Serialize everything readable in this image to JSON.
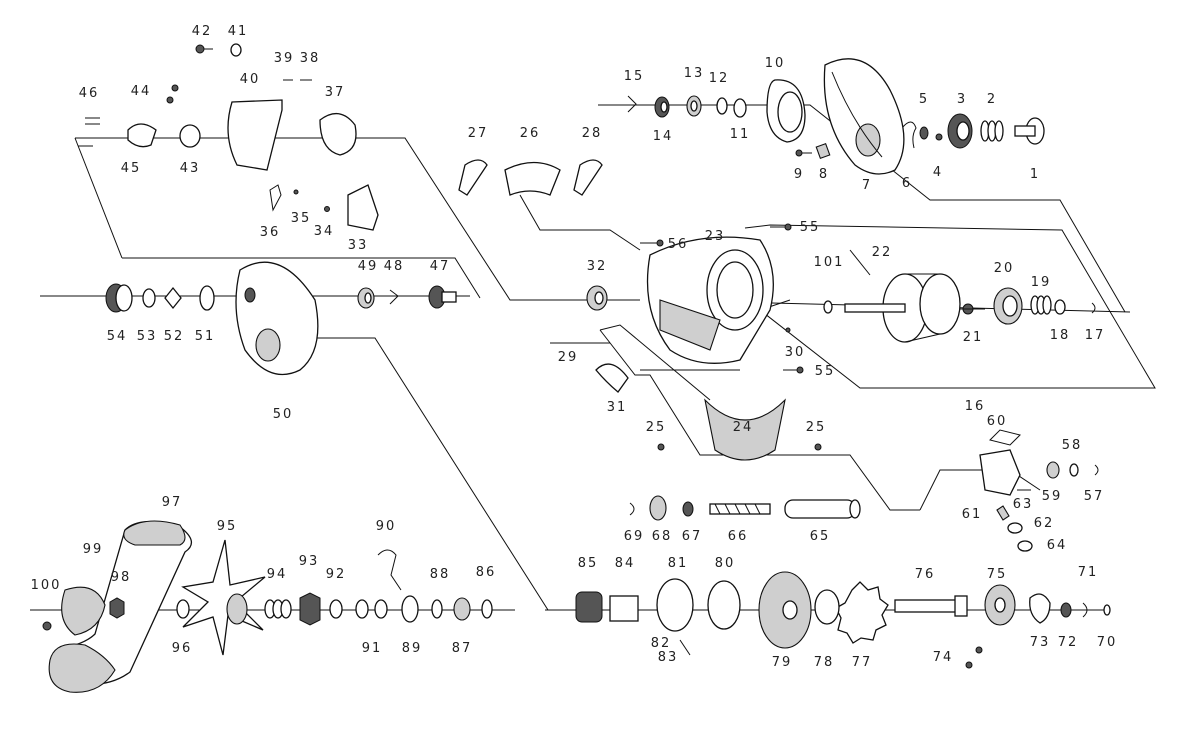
{
  "diagram": {
    "labels": [
      {
        "id": "1",
        "text": "1"
      },
      {
        "id": "2",
        "text": "2"
      },
      {
        "id": "3",
        "text": "3"
      },
      {
        "id": "4",
        "text": "4"
      },
      {
        "id": "5",
        "text": "5"
      },
      {
        "id": "6",
        "text": "6"
      },
      {
        "id": "7",
        "text": "7"
      },
      {
        "id": "8",
        "text": "8"
      },
      {
        "id": "9",
        "text": "9"
      },
      {
        "id": "10",
        "text": "10"
      },
      {
        "id": "11",
        "text": "11"
      },
      {
        "id": "12",
        "text": "12"
      },
      {
        "id": "13",
        "text": "13"
      },
      {
        "id": "14",
        "text": "14"
      },
      {
        "id": "15",
        "text": "15"
      },
      {
        "id": "16",
        "text": "16"
      },
      {
        "id": "17",
        "text": "17"
      },
      {
        "id": "18",
        "text": "18"
      },
      {
        "id": "19",
        "text": "19"
      },
      {
        "id": "20",
        "text": "20"
      },
      {
        "id": "21",
        "text": "21"
      },
      {
        "id": "22",
        "text": "22"
      },
      {
        "id": "23",
        "text": "23"
      },
      {
        "id": "24",
        "text": "24"
      },
      {
        "id": "25a",
        "text": "25"
      },
      {
        "id": "25b",
        "text": "25"
      },
      {
        "id": "26",
        "text": "26"
      },
      {
        "id": "27",
        "text": "27"
      },
      {
        "id": "28",
        "text": "28"
      },
      {
        "id": "29",
        "text": "29"
      },
      {
        "id": "30",
        "text": "30"
      },
      {
        "id": "31",
        "text": "31"
      },
      {
        "id": "32",
        "text": "32"
      },
      {
        "id": "33",
        "text": "33"
      },
      {
        "id": "34",
        "text": "34"
      },
      {
        "id": "35",
        "text": "35"
      },
      {
        "id": "36",
        "text": "36"
      },
      {
        "id": "37",
        "text": "37"
      },
      {
        "id": "38",
        "text": "38"
      },
      {
        "id": "39",
        "text": "39"
      },
      {
        "id": "40",
        "text": "40"
      },
      {
        "id": "41",
        "text": "41"
      },
      {
        "id": "42",
        "text": "42"
      },
      {
        "id": "43",
        "text": "43"
      },
      {
        "id": "44",
        "text": "44"
      },
      {
        "id": "45",
        "text": "45"
      },
      {
        "id": "46",
        "text": "46"
      },
      {
        "id": "47",
        "text": "47"
      },
      {
        "id": "48",
        "text": "48"
      },
      {
        "id": "49",
        "text": "49"
      },
      {
        "id": "50",
        "text": "50"
      },
      {
        "id": "51",
        "text": "51"
      },
      {
        "id": "52",
        "text": "52"
      },
      {
        "id": "53",
        "text": "53"
      },
      {
        "id": "54",
        "text": "54"
      },
      {
        "id": "55a",
        "text": "55"
      },
      {
        "id": "55b",
        "text": "55"
      },
      {
        "id": "56",
        "text": "56"
      },
      {
        "id": "57",
        "text": "57"
      },
      {
        "id": "58",
        "text": "58"
      },
      {
        "id": "59",
        "text": "59"
      },
      {
        "id": "60",
        "text": "60"
      },
      {
        "id": "61",
        "text": "61"
      },
      {
        "id": "62",
        "text": "62"
      },
      {
        "id": "63",
        "text": "63"
      },
      {
        "id": "64",
        "text": "64"
      },
      {
        "id": "65",
        "text": "65"
      },
      {
        "id": "66",
        "text": "66"
      },
      {
        "id": "67",
        "text": "67"
      },
      {
        "id": "68",
        "text": "68"
      },
      {
        "id": "69",
        "text": "69"
      },
      {
        "id": "70",
        "text": "70"
      },
      {
        "id": "71",
        "text": "71"
      },
      {
        "id": "72",
        "text": "72"
      },
      {
        "id": "73",
        "text": "73"
      },
      {
        "id": "74",
        "text": "74"
      },
      {
        "id": "75",
        "text": "75"
      },
      {
        "id": "76",
        "text": "76"
      },
      {
        "id": "77",
        "text": "77"
      },
      {
        "id": "78",
        "text": "78"
      },
      {
        "id": "79",
        "text": "79"
      },
      {
        "id": "80",
        "text": "80"
      },
      {
        "id": "81",
        "text": "81"
      },
      {
        "id": "82",
        "text": "82"
      },
      {
        "id": "83",
        "text": "83"
      },
      {
        "id": "84",
        "text": "84"
      },
      {
        "id": "85",
        "text": "85"
      },
      {
        "id": "86",
        "text": "86"
      },
      {
        "id": "87",
        "text": "87"
      },
      {
        "id": "88",
        "text": "88"
      },
      {
        "id": "89",
        "text": "89"
      },
      {
        "id": "90",
        "text": "90"
      },
      {
        "id": "91",
        "text": "91"
      },
      {
        "id": "92",
        "text": "92"
      },
      {
        "id": "93",
        "text": "93"
      },
      {
        "id": "94",
        "text": "94"
      },
      {
        "id": "95",
        "text": "95"
      },
      {
        "id": "96",
        "text": "96"
      },
      {
        "id": "97",
        "text": "97"
      },
      {
        "id": "98",
        "text": "98"
      },
      {
        "id": "99",
        "text": "99"
      },
      {
        "id": "100",
        "text": "100"
      },
      {
        "id": "101",
        "text": "101"
      }
    ]
  }
}
